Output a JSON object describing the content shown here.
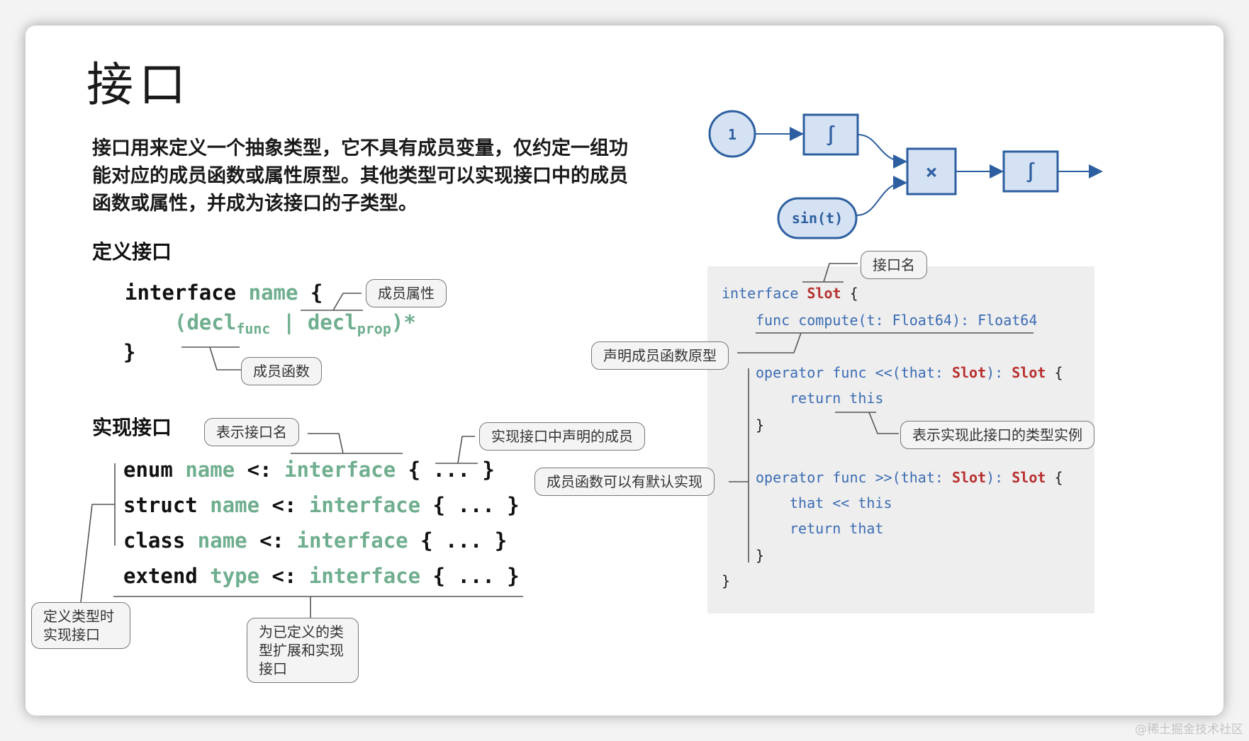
{
  "title": "接口",
  "description": "接口用来定义一个抽象类型，它不具有成员变量，仅约定一组功能对应的成员函数或属性原型。其他类型可以实现接口中的成员函数或属性，并成为该接口的子类型。",
  "define_section": {
    "heading": "定义接口",
    "kw_interface": "interface",
    "name": "name",
    "open_brace": "{",
    "decl_open": "(decl",
    "func_sub": "func",
    "bar": " | ",
    "decl2": "decl",
    "prop_sub": "prop",
    "decl_close": ")*",
    "close_brace": "}",
    "callout_prop": "成员属性",
    "callout_func": "成员函数"
  },
  "implement_section": {
    "heading": "实现接口",
    "rows": [
      {
        "kw": "enum",
        "name": "name",
        "op": "<:",
        "iface": "interface",
        "body": "{ ... }"
      },
      {
        "kw": "struct",
        "name": "name",
        "op": "<:",
        "iface": "interface",
        "body": "{ ... }"
      },
      {
        "kw": "class",
        "name": "name",
        "op": "<:",
        "iface": "interface",
        "body": "{ ... }"
      },
      {
        "kw": "extend",
        "name": "type",
        "op": "<:",
        "iface": "interface",
        "body": "{ ... }"
      }
    ],
    "callout_iface_name": "表示接口名",
    "callout_members": "实现接口中声明的成员",
    "callout_define_time": "定义类型时实现接口",
    "callout_extend": "为已定义的类型扩展和实现接口"
  },
  "flow": {
    "nodes": {
      "one": "1",
      "sin": "sin(t)",
      "int1": "∫",
      "times": "×",
      "int2": "∫"
    },
    "color": "#2d5fa0",
    "fill": "#d5e2f3"
  },
  "code_example": {
    "lines": [
      [
        [
          "kw",
          "interface "
        ],
        [
          "ty",
          "Slot"
        ],
        [
          "br",
          " {"
        ]
      ],
      [
        [
          "kw",
          "func compute(t: Float64): Float64"
        ]
      ],
      [
        [
          "kw",
          "operator func <<(that: "
        ],
        [
          "ty",
          "Slot"
        ],
        [
          "kw",
          "): "
        ],
        [
          "ty",
          "Slot"
        ],
        [
          "br",
          " {"
        ]
      ],
      [
        [
          "kw",
          "return this"
        ]
      ],
      [
        [
          "br",
          "}"
        ]
      ],
      [
        [
          "kw",
          "operator func >>(that: "
        ],
        [
          "ty",
          "Slot"
        ],
        [
          "kw",
          "): "
        ],
        [
          "ty",
          "Slot"
        ],
        [
          "br",
          " {"
        ]
      ],
      [
        [
          "kw",
          "that << this"
        ]
      ],
      [
        [
          "kw",
          "return that"
        ]
      ],
      [
        [
          "br",
          "}"
        ]
      ],
      [
        [
          "br",
          "}"
        ]
      ]
    ],
    "callout_iface_name": "接口名",
    "callout_decl": "声明成员函数原型",
    "callout_instance": "表示实现此接口的类型实例",
    "callout_default": "成员函数可以有默认实现"
  },
  "watermark": "@稀土掘金技术社区",
  "colors": {
    "green": "#6fae8e",
    "keyword": "#3c6cb4",
    "type": "#b83030",
    "panel": "#eeeeee"
  }
}
